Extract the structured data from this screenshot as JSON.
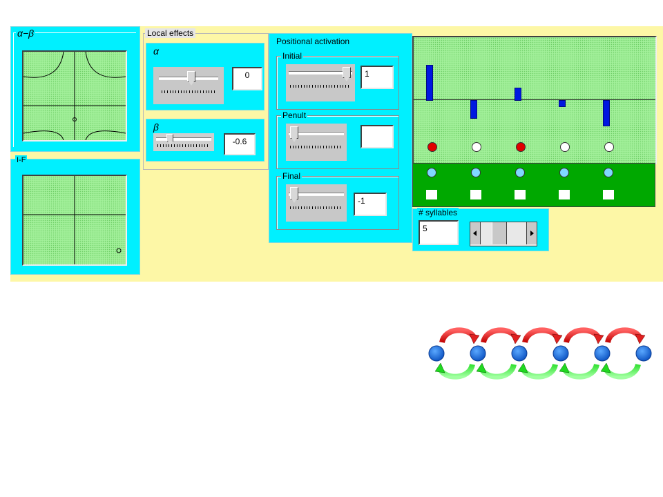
{
  "alpha_beta_panel": {
    "title": "α−β"
  },
  "if_panel": {
    "title": "I-F"
  },
  "local_effects": {
    "title": "Local effects",
    "alpha": {
      "label": "α",
      "value": "0",
      "level": 0.55
    },
    "beta": {
      "label": "β",
      "value": "-0.6",
      "level": 0.2
    }
  },
  "positional_activation": {
    "title": "Positional activation",
    "initial": {
      "label": "Initial",
      "value": "1",
      "level": 1.0
    },
    "penult": {
      "label": "Penult",
      "value": "",
      "level": 0.0
    },
    "final": {
      "label": "Final",
      "value": "-1",
      "level": 0.0
    }
  },
  "activation_bars": [
    0.9,
    -0.45,
    0.3,
    -0.15,
    -0.65
  ],
  "stress_dots": [
    "red",
    "white",
    "red",
    "white",
    "white"
  ],
  "syllables": {
    "title": "# syllables",
    "value": "5",
    "level": 0.35,
    "count": 5
  },
  "colors": {
    "red_arrow": "#e02020",
    "green_arrow": "#20d820",
    "node": "#1a6fe0",
    "panel": "#00f0ff",
    "background": "#fdf7a6"
  },
  "diagram": {
    "nodes": 6
  },
  "icons": {
    "scroll_left": "triangle-left",
    "scroll_right": "triangle-right"
  }
}
